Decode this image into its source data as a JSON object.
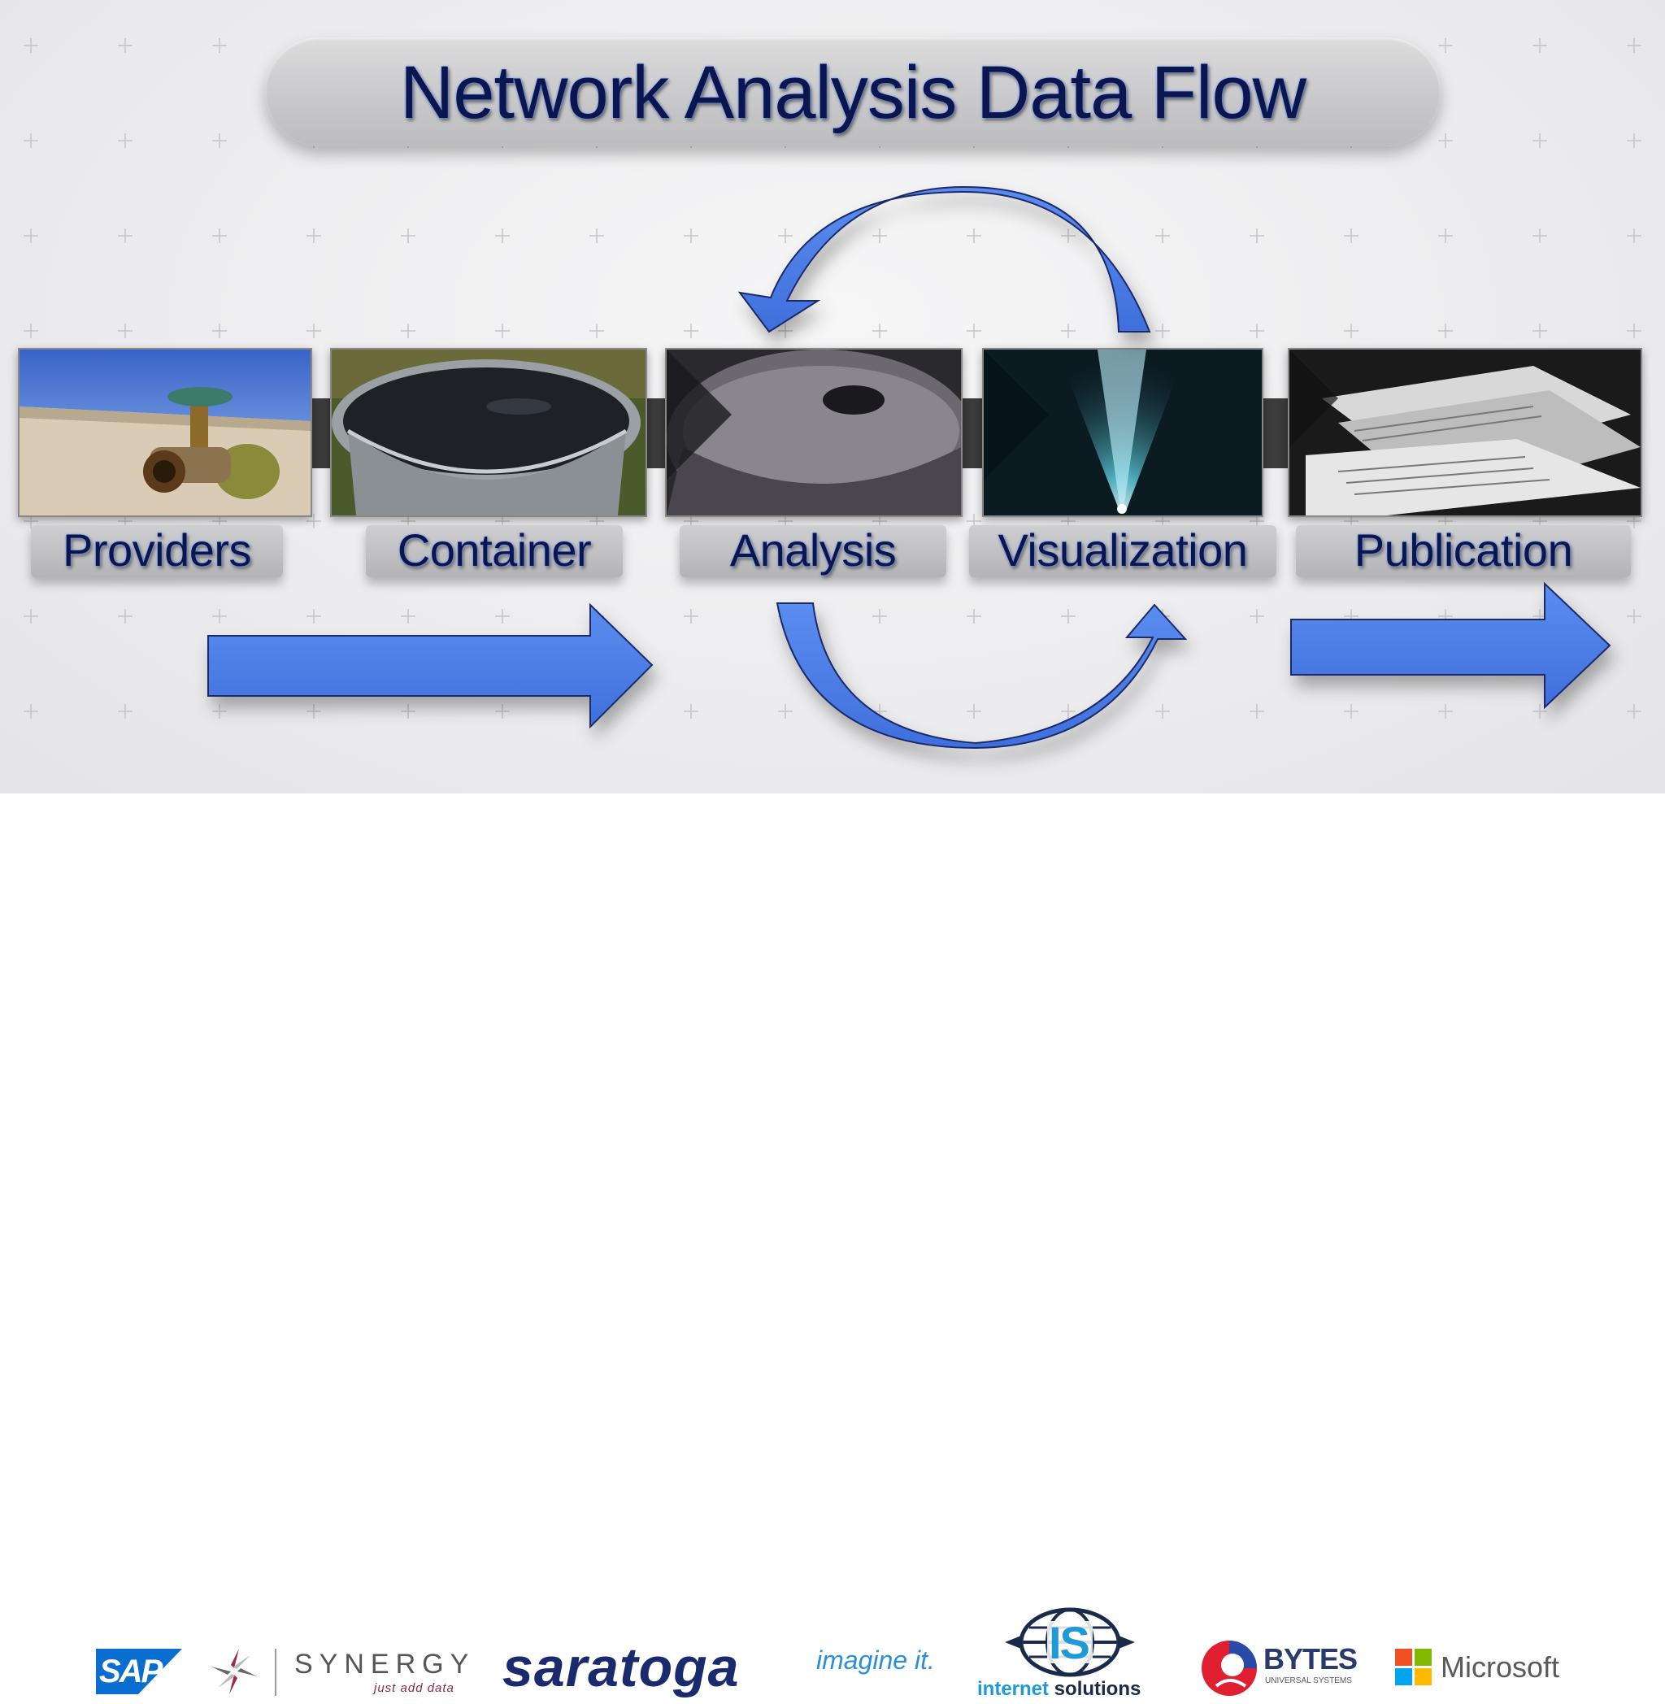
{
  "title": "Network Analysis Data Flow",
  "stages": [
    {
      "label": "Providers",
      "image": "water-tap"
    },
    {
      "label": "Container",
      "image": "water-bucket"
    },
    {
      "label": "Analysis",
      "image": "millstone"
    },
    {
      "label": "Visualization",
      "image": "projector-light"
    },
    {
      "label": "Publication",
      "image": "newspapers"
    }
  ],
  "sponsors": {
    "sap": "SAP",
    "synergy_name": "SYNERGY",
    "synergy_tagline": "just add data",
    "saratoga": "saratoga",
    "imagine": "imagine it.",
    "is_mark": "IS",
    "internet_solutions_bold": "internet",
    "internet_solutions_rest": " solutions",
    "bytes": "BYTES",
    "bytes_sub": "UNIVERSAL SYSTEMS",
    "microsoft": "Microsoft"
  },
  "colors": {
    "title_text": "#0b1550",
    "arrow_fill": "#4a7ee8",
    "arrow_stroke": "#1b2a6a",
    "sap_blue": "#0a6ed1",
    "saratoga_navy": "#1a2a6c",
    "imagine_blue": "#2a8fd8",
    "is_blue": "#1f9ad6",
    "ms_red": "#f25022",
    "ms_green": "#7fba00",
    "ms_blue": "#00a4ef",
    "ms_yellow": "#ffb900"
  }
}
